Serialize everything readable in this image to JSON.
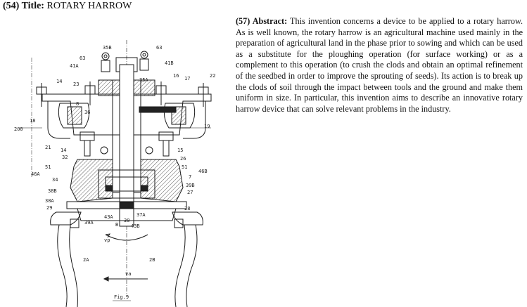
{
  "header": {
    "title_code": "(54) Title:",
    "title_text": "ROTARY HARROW"
  },
  "abstract": {
    "code": "(57) Abstract:",
    "text": "This invention concerns a device to be applied to a rotary harrow. As is well known, the rotary harrow is an agricultural machine used mainly in the preparation of agricultural land in the phase prior to sowing and which can be used as a substitute for the ploughing operation (for surface working) or as a complement to this operation (to crush the clods and obtain an optimal refinement of the seedbed in order to improve the sprouting of seeds). Its action is to break up the clods of soil through the impact between tools and the ground and make them uniform in size. In particular, this invention aims to describe an innovative rotary harrow device that can solve relevant problems in the industry."
  },
  "figure": {
    "caption": "Fig.9",
    "labels": {
      "l63a": "63",
      "l35b": "35B",
      "l63b": "63",
      "l41a": "41A",
      "l41b": "41B",
      "l14a": "14",
      "l23": "23",
      "l35a": "35A",
      "l16": "16",
      "l17": "17",
      "l22": "22",
      "l8": "8",
      "l36": "36",
      "l20": "20",
      "l18": "18",
      "l200": "200",
      "l19": "19",
      "l21": "21",
      "l14b": "14",
      "l15": "15",
      "l32": "32",
      "l26": "26",
      "l51a": "51",
      "l51b": "51",
      "l46a": "46A",
      "l46b": "46B",
      "l34": "34",
      "l7": "7",
      "l39b": "39B",
      "l38b": "38B",
      "l27": "27",
      "l38a": "38A",
      "l29": "29",
      "l28": "28",
      "l39a": "39A",
      "l43a": "43A",
      "l30": "30",
      "l37a": "37A",
      "l43b": "43B",
      "lB": "B",
      "lvp": "vp",
      "l2a": "2A",
      "l2b": "2B",
      "lva": "va"
    }
  }
}
